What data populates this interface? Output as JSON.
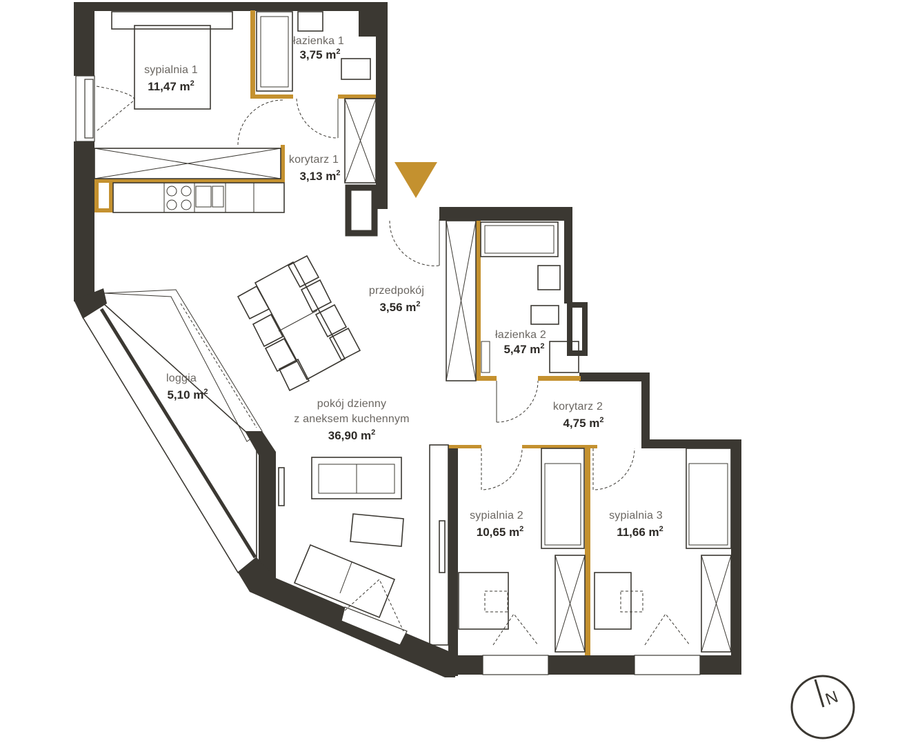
{
  "plan": {
    "unit": "m",
    "unit_exp": "2",
    "rooms": {
      "sypialnia1": {
        "name": "sypialnia 1",
        "area": "11,47"
      },
      "lazienka1": {
        "name": "łazienka 1",
        "area": "3,75"
      },
      "korytarz1": {
        "name": "korytarz 1",
        "area": "3,13"
      },
      "przedpokoj": {
        "name": "przedpokój",
        "area": "3,56"
      },
      "lazienka2": {
        "name": "łazienka 2",
        "area": "5,47"
      },
      "loggia": {
        "name": "loggia",
        "area": "5,10"
      },
      "pokoj": {
        "name": "pokój dzienny",
        "name2": "z aneksem kuchennym",
        "area": "36,90"
      },
      "korytarz2": {
        "name": "korytarz 2",
        "area": "4,75"
      },
      "sypialnia2": {
        "name": "sypialnia 2",
        "area": "10,65"
      },
      "sypialnia3": {
        "name": "sypialnia 3",
        "area": "11,66"
      }
    },
    "compass_label": "N",
    "colors": {
      "wall": "#3b3832",
      "accent": "#c4912f"
    }
  }
}
